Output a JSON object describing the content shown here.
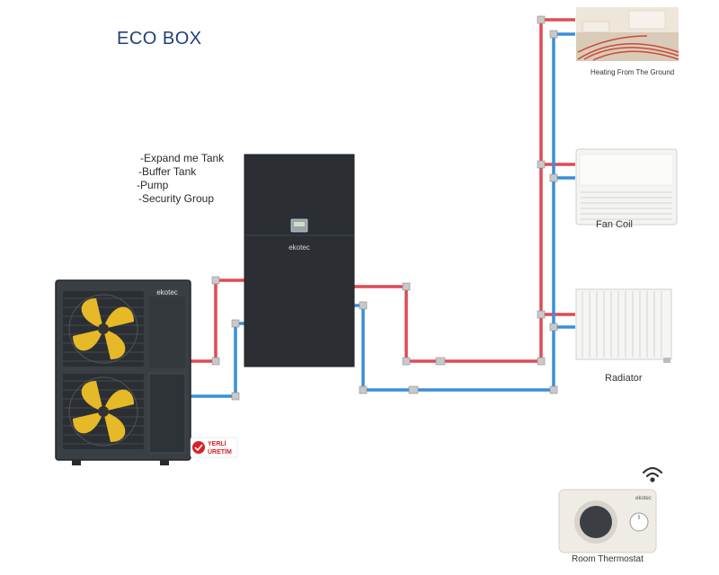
{
  "title": "ECO BOX",
  "components": [
    "-Expand me Tank",
    "-Buffer Tank",
    "-Pump",
    "-Security Group"
  ],
  "outdoor_unit_brand": "ekotec",
  "indoor_unit_brand": "ekotec",
  "badge": {
    "line1": "YERLİ",
    "line2": "ÜRETİM"
  },
  "emitters": {
    "floor": "Heating From The Ground",
    "fancoil": "Fan Coil",
    "radiator": "Radiator"
  },
  "thermostat": {
    "brand": "ekotec",
    "label": "Room Thermostat"
  },
  "colors": {
    "hot_pipe": "#e04a55",
    "cold_pipe": "#3a8fd8",
    "title": "#1f3f78",
    "unit": "#2b2f33"
  },
  "icons": [
    "fan-blade-icon",
    "wifi-icon",
    "badge-icon"
  ]
}
